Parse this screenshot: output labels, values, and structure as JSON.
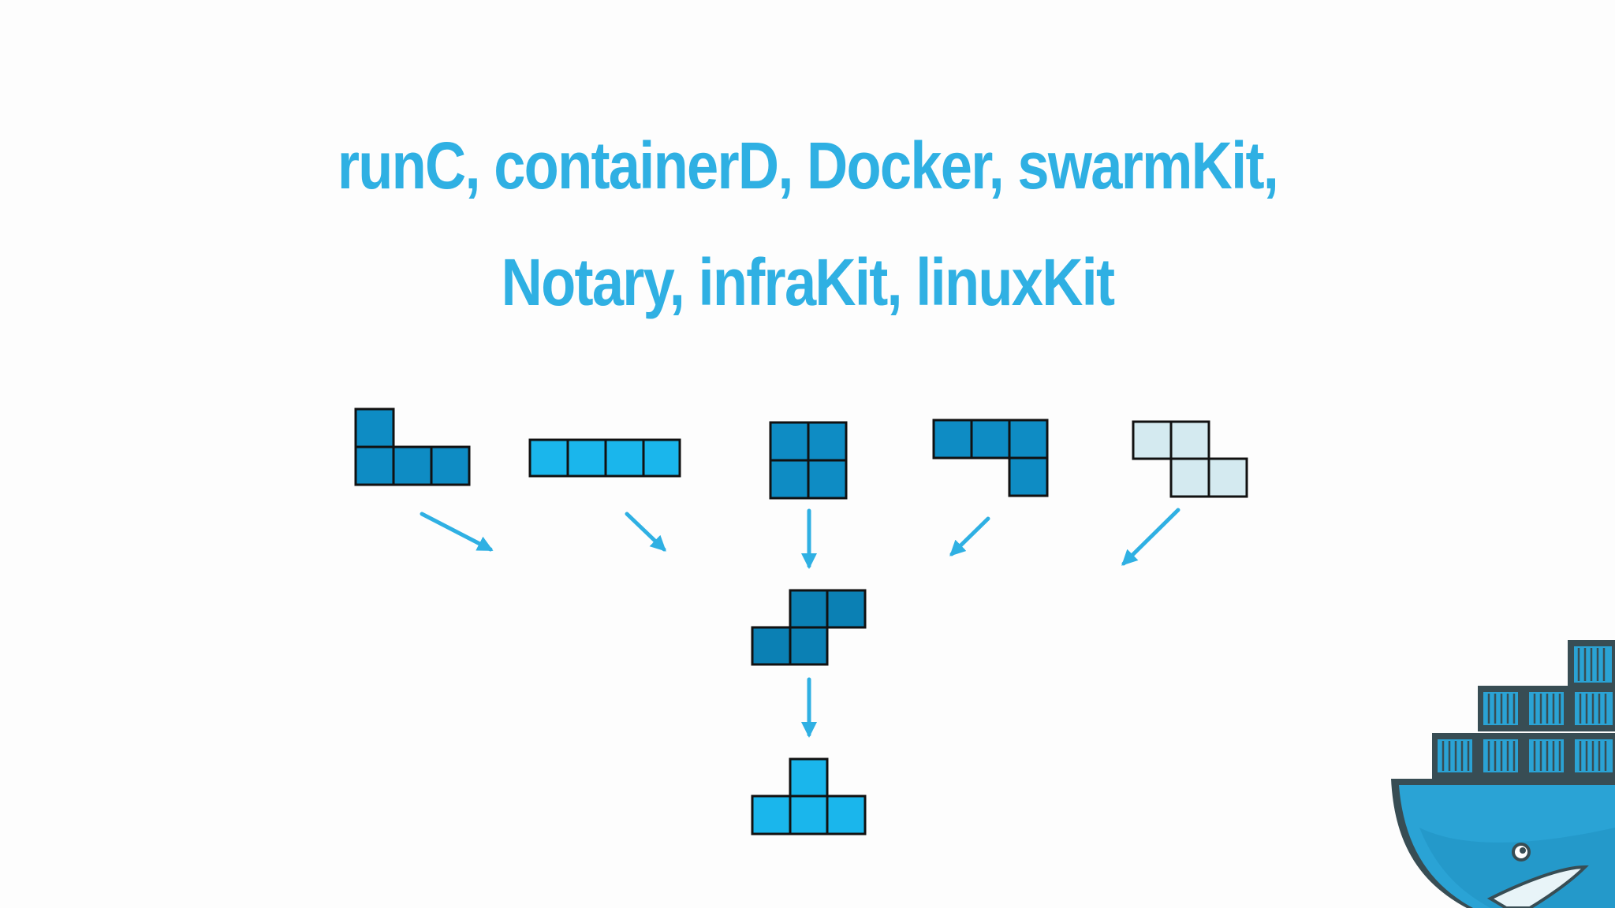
{
  "title": {
    "line1": "runC, containerD, Docker, swarmKit,",
    "line2": "Notary, infraKit, linuxKit"
  },
  "colors": {
    "title": "#2fb0e3",
    "arrow": "#2fb0e3",
    "dark_block": "#0e8cc4",
    "medium_block": "#0b80b4",
    "bright_block": "#1ab6ec",
    "pale_block": "#d4eaf0",
    "block_border": "#111111"
  },
  "diagram": {
    "pieces": [
      {
        "name": "l-piece",
        "shade": "dark_block"
      },
      {
        "name": "i-piece",
        "shade": "bright_block"
      },
      {
        "name": "o-piece",
        "shade": "dark_block"
      },
      {
        "name": "j-piece",
        "shade": "dark_block"
      },
      {
        "name": "z-piece",
        "shade": "pale_block"
      },
      {
        "name": "s-piece",
        "shade": "medium_block"
      },
      {
        "name": "t-piece",
        "shade": "bright_block"
      }
    ]
  },
  "logo": {
    "name": "docker-whale-logo"
  }
}
